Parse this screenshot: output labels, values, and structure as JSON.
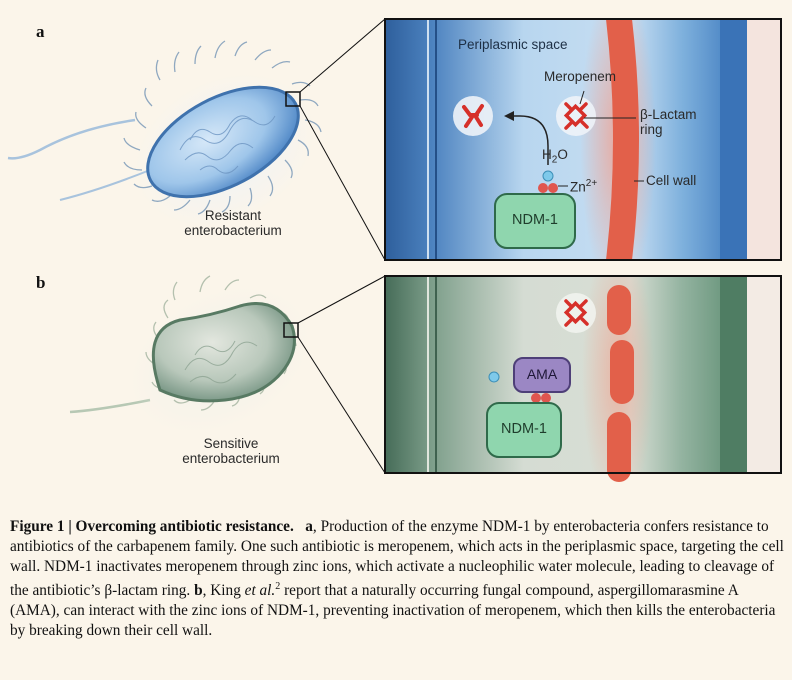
{
  "panel_a": {
    "letter": "a",
    "bacterium_label_line1": "Resistant",
    "bacterium_label_line2": "enterobacterium",
    "region_label": "Periplasmic space",
    "meropenem_label": "Meropenem",
    "beta_lactam_line1": "β-Lactam",
    "beta_lactam_line2": "ring",
    "water_label": "H",
    "water_sub": "2",
    "water_tail": "O",
    "zinc_label": "Zn",
    "zinc_sup": "2+",
    "cell_wall_label": "Cell wall",
    "enzyme_label": "NDM-1"
  },
  "panel_b": {
    "letter": "b",
    "bacterium_label_line1": "Sensitive",
    "bacterium_label_line2": "enterobacterium",
    "inhibitor_label": "AMA",
    "enzyme_label": "NDM-1"
  },
  "caption": {
    "figure_title": "Figure 1 | Overcoming antibiotic resistance.",
    "a_letter": "a",
    "a_text": ", Production of the enzyme NDM-1 by enterobacteria confers resistance to antibiotics of the carbapenem family. One such antibiotic is meropenem, which acts in the periplasmic space, targeting the cell wall. NDM-1 inactivates meropenem through zinc ions, which activate a nucleophilic water molecule, leading to cleavage of the antibiotic’s β-lactam ring. ",
    "b_letter": "b",
    "b_text_1": ", King ",
    "b_italic": "et al.",
    "b_ref": "2",
    "b_text_2": " report that a naturally occurring fungal compound, aspergillomarasmine A (AMA), can interact with the zinc ions of NDM-1, preventing inactivation of meropenem, which then kills the enterobacteria by breaking down their cell wall."
  },
  "colors": {
    "background": "#fbf5ea",
    "cell_wall": "#e2604a",
    "enzyme": "#8fd6ae",
    "inhibitor": "#9b87c4",
    "zinc": "#e0564f",
    "water": "#7ec9ea",
    "membrane_a": "#3f72ad",
    "membrane_b": "#5a8a70"
  }
}
